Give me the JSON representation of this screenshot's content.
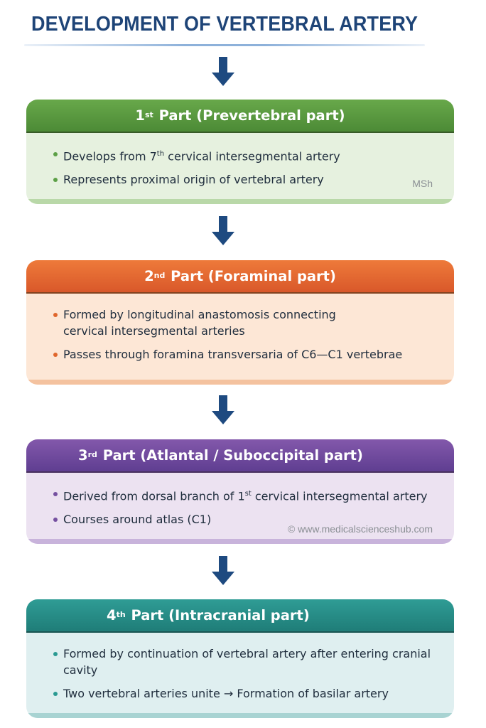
{
  "title": "DEVELOPMENT OF VERTEBRAL ARTERY",
  "colors": {
    "title": "#1e4477",
    "arrow": "#1e4a80",
    "part1": "#5a9a40",
    "part2": "#e56a30",
    "part3": "#6e4a9e",
    "part4": "#268e88"
  },
  "parts": [
    {
      "ordinal_num": "1",
      "ordinal_suffix": "st",
      "heading": "Part (Prevertebral part)",
      "bullets": [
        {
          "pre": "Develops from 7",
          "sup": "th",
          "post": " cervical intersegmental artery"
        },
        {
          "pre": "Represents proximal origin of vertebral artery",
          "sup": "",
          "post": ""
        }
      ],
      "watermark": "MSh"
    },
    {
      "ordinal_num": "2",
      "ordinal_suffix": "nd",
      "heading": "Part (Foraminal part)",
      "bullets": [
        {
          "pre": "Formed by longitudinal anastomosis connecting cervical intersegmental arteries",
          "sup": "",
          "post": ""
        },
        {
          "pre": "Passes through foramina transversaria of C6—C1 vertebrae",
          "sup": "",
          "post": ""
        }
      ]
    },
    {
      "ordinal_num": "3",
      "ordinal_suffix": "rd",
      "heading": "Part (Atlantal / Suboccipital part)",
      "bullets": [
        {
          "pre": "Derived from dorsal branch of 1",
          "sup": "st",
          "post": " cervical intersegmental artery"
        },
        {
          "pre": "Courses around atlas (C1)",
          "sup": "",
          "post": ""
        }
      ],
      "watermark": "© www.medicalscienceshub.com"
    },
    {
      "ordinal_num": "4",
      "ordinal_suffix": "th",
      "heading": "Part (Intracranial part)",
      "bullets": [
        {
          "pre": "Formed by continuation of vertebral artery after entering cranial cavity",
          "sup": "",
          "post": ""
        },
        {
          "pre": "Two vertebral arteries unite → Formation of basilar artery",
          "sup": "",
          "post": ""
        }
      ]
    }
  ],
  "icons": {
    "flow_arrow": "down-arrow-icon"
  }
}
